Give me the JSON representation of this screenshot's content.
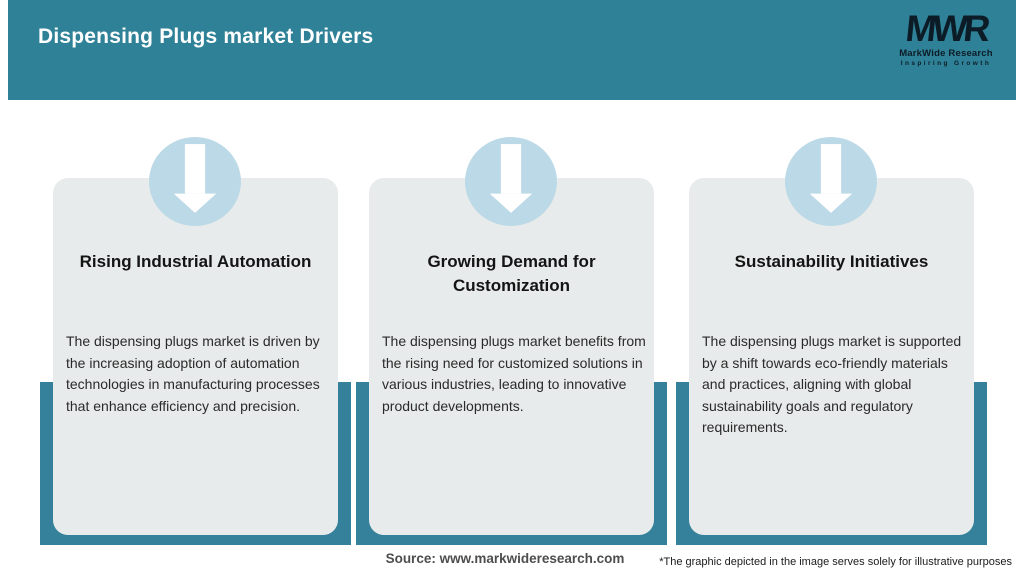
{
  "header": {
    "title": "Dispensing Plugs market Drivers"
  },
  "logo": {
    "acronym": "MWR",
    "name": "MarkWide Research",
    "tagline": "Inspiring Growth"
  },
  "cards": [
    {
      "title": "Rising Industrial Automation",
      "description": "The dispensing plugs market is driven by the increasing adoption of automation technologies in manufacturing processes that enhance efficiency and precision."
    },
    {
      "title": "Growing Demand for Customization",
      "description": "The dispensing plugs market benefits from the rising need for customized solutions in various industries, leading to innovative product developments."
    },
    {
      "title": "Sustainability Initiatives",
      "description": "The dispensing plugs market is supported by a shift towards eco-friendly materials and practices, aligning with global sustainability goals and regulatory requirements."
    }
  ],
  "footer": {
    "source": "Source: www.markwideresearch.com",
    "disclaimer": "*The graphic depicted in the image serves solely for illustrative purposes"
  },
  "icons": {
    "card_badge": "down-arrow-icon"
  },
  "colors": {
    "header_teal": "#2F8197",
    "band_teal": "#35809A",
    "card_gray": "#E8EBEB",
    "circle_blue": "#BCD9E7",
    "title_text": "#FFFFFF",
    "logo_text": "#0C1C27"
  }
}
